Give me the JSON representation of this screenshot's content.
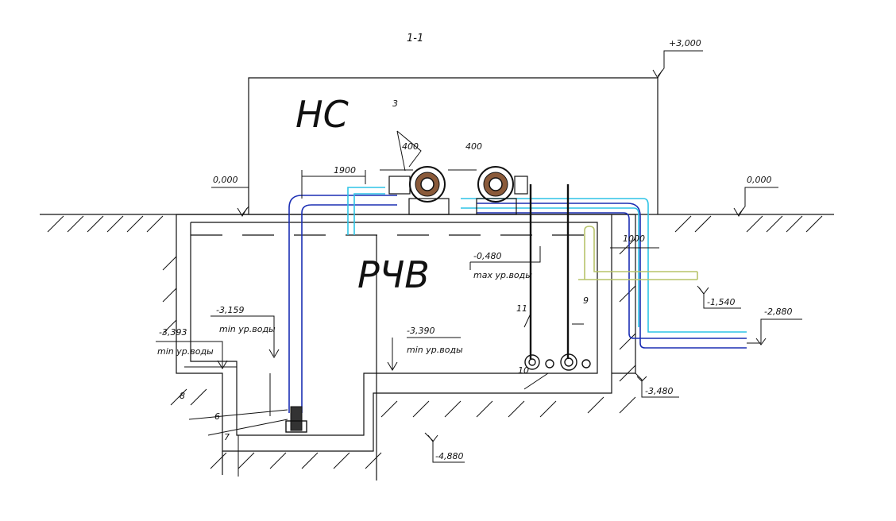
{
  "section_title": "1-1",
  "zones": {
    "pump_station": "НС",
    "reservoir": "РЧВ"
  },
  "elevations": {
    "top": "+3,000",
    "ground_left": "0,000",
    "ground_right": "0,000",
    "max_water": "-0,480",
    "max_water_caption": "max ур.воды",
    "min_water_a": "-3,159",
    "min_water_b": "-3,393",
    "min_water_c": "-3,390",
    "min_water_caption": "min ур.воды",
    "pipe_overflow": "-1,540",
    "pipe_outlet": "-2,880",
    "reservoir_bottom": "-3,480",
    "pit_bottom": "-4,880"
  },
  "dimensions": {
    "d1900": "1900",
    "d400_left": "400",
    "d400_right": "400",
    "d1000": "1000"
  },
  "callouts": {
    "c3": "3",
    "c6": "6",
    "c7": "7",
    "c8": "8",
    "c9": "9",
    "c10": "10",
    "c11": "11"
  },
  "colors": {
    "line": "#111111",
    "pipe_blue": "#1c2fb4",
    "pipe_cyan": "#2ec4e6",
    "pipe_green": "#b7c36a",
    "pump_brown": "#8a5a3a"
  }
}
